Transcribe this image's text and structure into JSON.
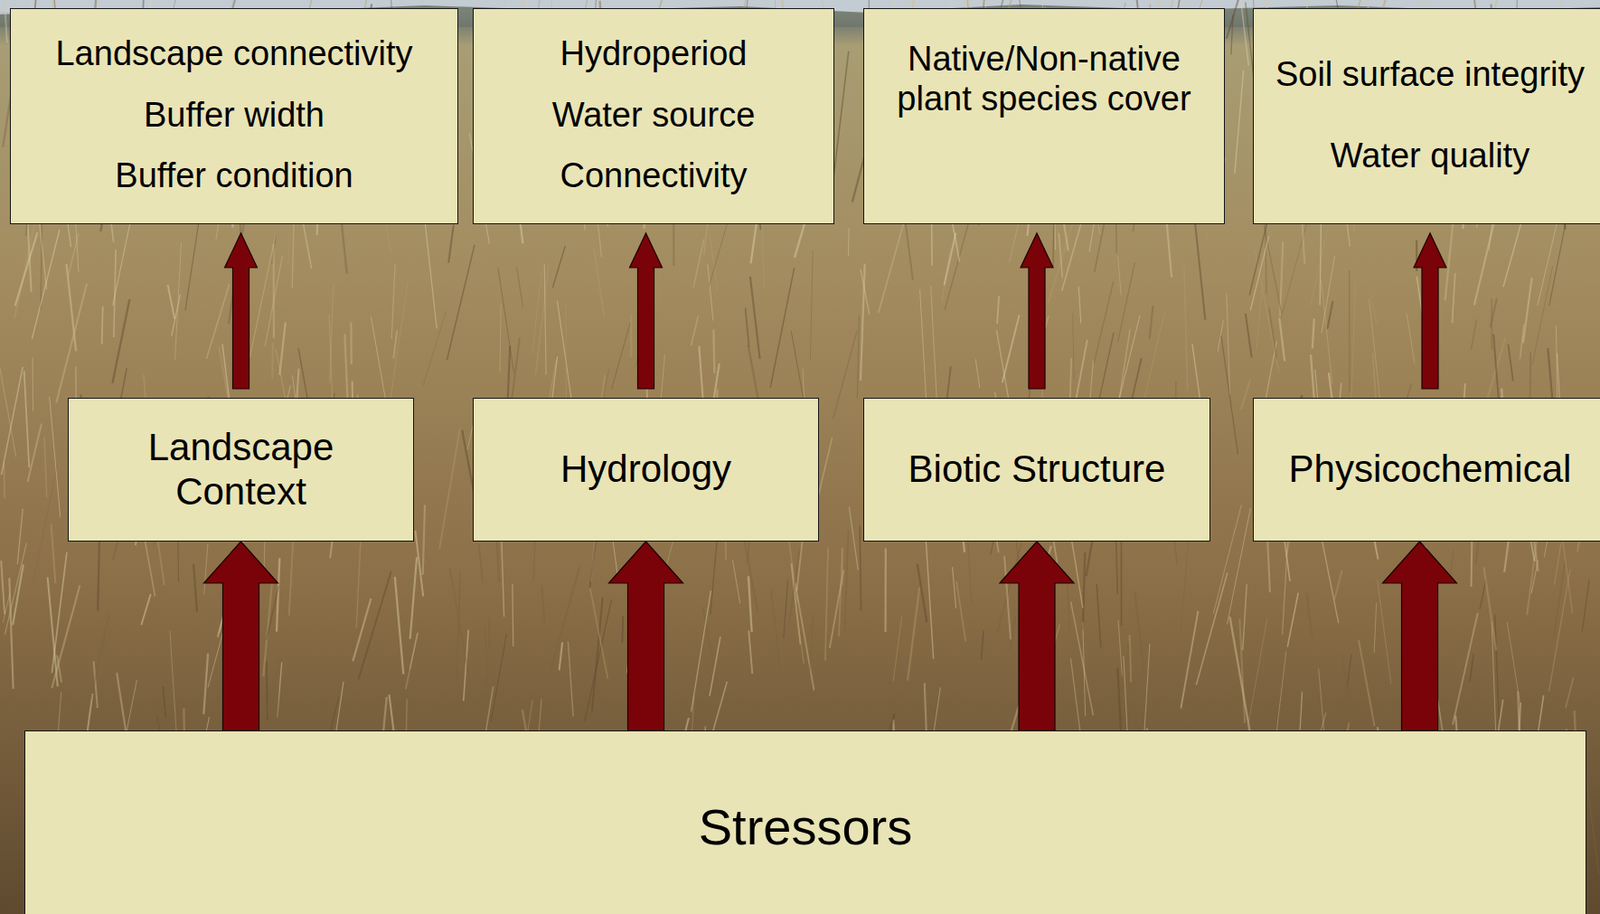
{
  "diagram": {
    "nodes": [
      {
        "text": [
          "Landscape connectivity",
          "Buffer width",
          "Buffer condition"
        ]
      },
      {
        "text": [
          "Hydroperiod",
          "Water source",
          "Connectivity"
        ]
      },
      {
        "text": [
          "Native/Non-native plant species cover"
        ]
      },
      {
        "text": [
          "Soil surface integrity",
          "Water quality"
        ]
      },
      {
        "text": [
          "Landscape Context"
        ]
      },
      {
        "text": [
          "Hydrology"
        ]
      },
      {
        "text": [
          "Biotic Structure"
        ]
      },
      {
        "text": [
          "Physicochemical"
        ]
      },
      {
        "text": [
          "Stressors"
        ]
      }
    ],
    "edges": [
      {
        "from": 8,
        "to": 4,
        "arrow": "to"
      },
      {
        "from": 8,
        "to": 5,
        "arrow": "to"
      },
      {
        "from": 8,
        "to": 6,
        "arrow": "to"
      },
      {
        "from": 8,
        "to": 7,
        "arrow": "to"
      },
      {
        "from": 4,
        "to": 0,
        "arrow": "to"
      },
      {
        "from": 5,
        "to": 1,
        "arrow": "to"
      },
      {
        "from": 6,
        "to": 2,
        "arrow": "to"
      },
      {
        "from": 7,
        "to": 3,
        "arrow": "to"
      }
    ]
  }
}
